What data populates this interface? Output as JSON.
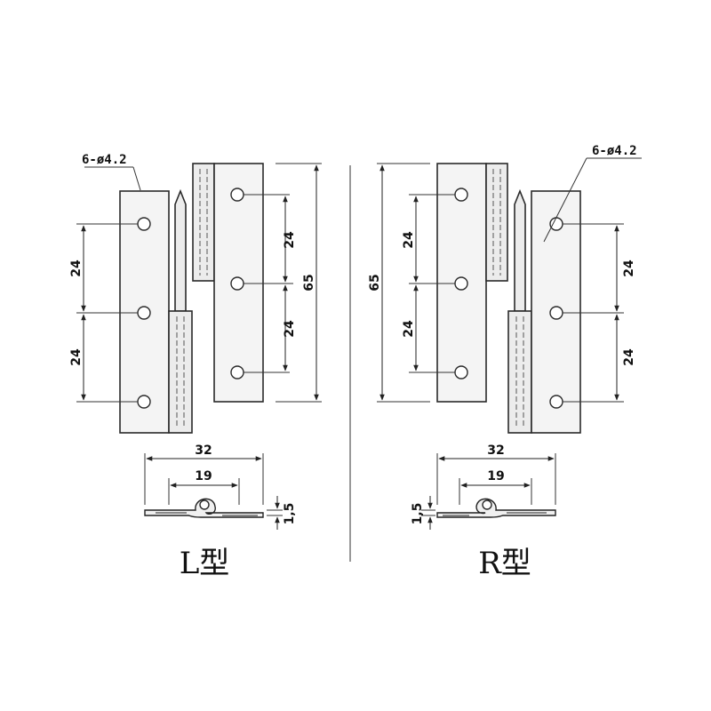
{
  "left": {
    "title": "L型",
    "hole_callout": "6-ø4.2",
    "dim_pitch_a": "24",
    "dim_pitch_b": "24",
    "dim_pitch_c": "24",
    "dim_pitch_d": "24",
    "dim_height": "65",
    "dim_width": "32",
    "dim_inner": "19",
    "dim_thickness": "1,5"
  },
  "right": {
    "title": "R型",
    "hole_callout": "6-ø4.2",
    "dim_pitch_a": "24",
    "dim_pitch_b": "24",
    "dim_pitch_c": "24",
    "dim_pitch_d": "24",
    "dim_height": "65",
    "dim_width": "32",
    "dim_inner": "19",
    "dim_thickness": "1,5"
  }
}
